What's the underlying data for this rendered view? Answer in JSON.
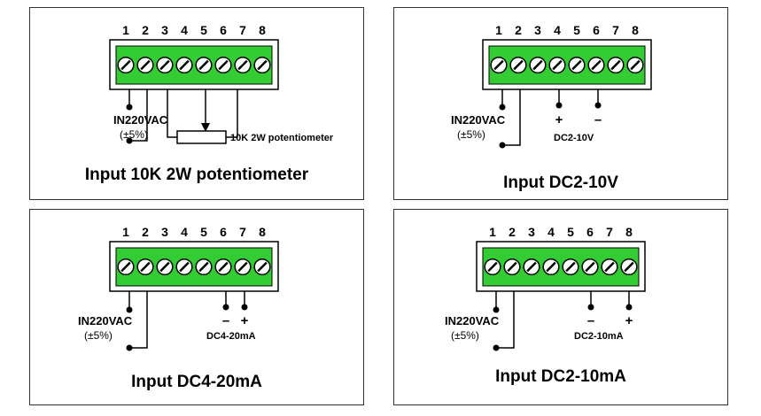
{
  "terminal_numbers": [
    "1",
    "2",
    "3",
    "4",
    "5",
    "6",
    "7",
    "8"
  ],
  "colors": {
    "terminal_block": "#33cc33",
    "border": "#000000",
    "background": "#ffffff"
  },
  "panels": [
    {
      "title": "Input 10K 2W potentiometer",
      "power_label": "IN220VAC",
      "tolerance_label": "(±5%)",
      "device_label": "10K 2W potentiometer"
    },
    {
      "title": "Input DC2-10V",
      "power_label": "IN220VAC",
      "tolerance_label": "(±5%)",
      "plus_label": "+",
      "minus_label": "–",
      "signal_label": "DC2-10V"
    },
    {
      "title": "Input DC4-20mA",
      "power_label": "IN220VAC",
      "tolerance_label": "(±5%)",
      "plus_label": "+",
      "minus_label": "–",
      "signal_label": "DC4-20mA"
    },
    {
      "title": "Input DC2-10mA",
      "power_label": "IN220VAC",
      "tolerance_label": "(±5%)",
      "plus_label": "+",
      "minus_label": "–",
      "signal_label": "DC2-10mA"
    }
  ]
}
